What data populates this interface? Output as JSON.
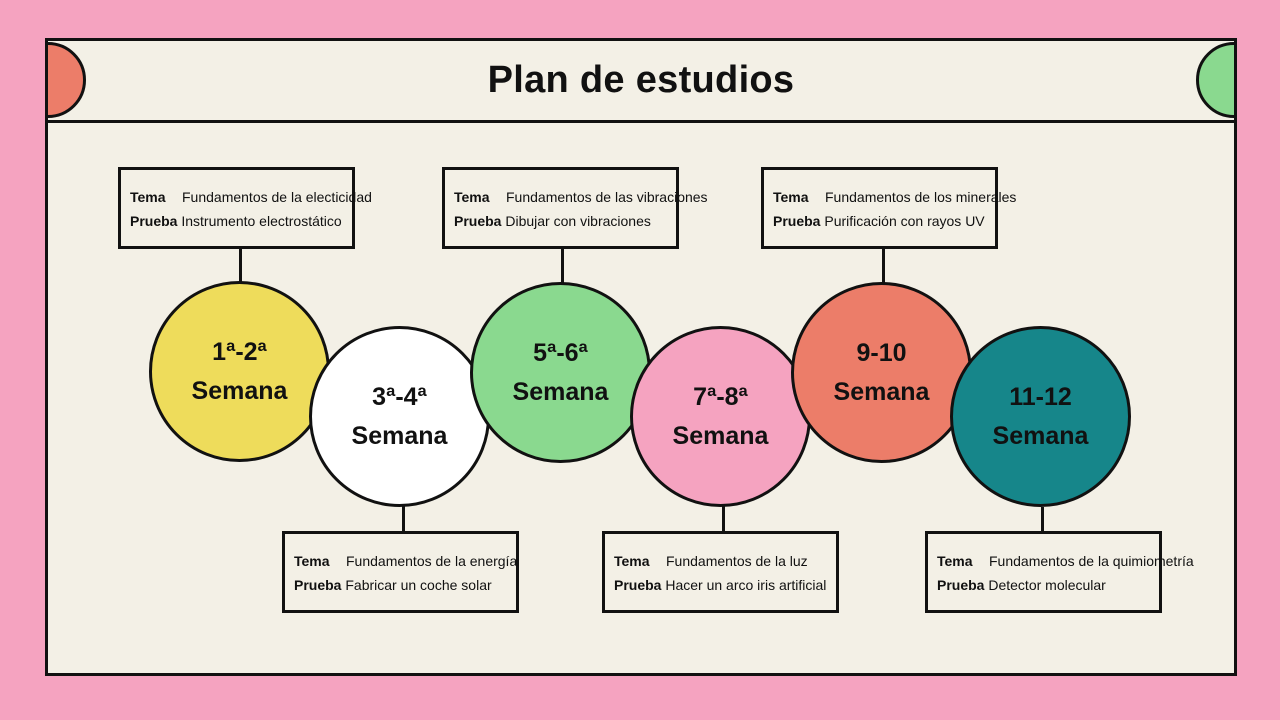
{
  "title": "Plan de estudios",
  "colors": {
    "background": "#f5a3c0",
    "panel": "#f3f0e6",
    "corner_left": "#ec7d69",
    "corner_right": "#8ad98f"
  },
  "labels": {
    "topic": "Tema",
    "test": "Prueba"
  },
  "weeks": [
    {
      "range": "1ª-2ª",
      "label": "Semana",
      "color": "#eedc5b",
      "topic": "Fundamentos de la electicidad",
      "test": "Instrumento electrostático"
    },
    {
      "range": "3ª-4ª",
      "label": "Semana",
      "color": "#ffffff",
      "topic": "Fundamentos de la energía",
      "test": "Fabricar un coche solar"
    },
    {
      "range": "5ª-6ª",
      "label": "Semana",
      "color": "#8ad98f",
      "topic": "Fundamentos de las vibraciones",
      "test": "Dibujar con vibraciones"
    },
    {
      "range": "7ª-8ª",
      "label": "Semana",
      "color": "#f5a3c0",
      "topic": "Fundamentos de la luz",
      "test": "Hacer un arco iris artificial"
    },
    {
      "range": "9-10",
      "label": "Semana",
      "color": "#ec7d69",
      "topic": "Fundamentos de los minerales",
      "test": "Purificación con rayos UV"
    },
    {
      "range": "11-12",
      "label": "Semana",
      "color": "#16868a",
      "topic": "Fundamentos de la quimiometría",
      "test": "Detector molecular"
    }
  ]
}
